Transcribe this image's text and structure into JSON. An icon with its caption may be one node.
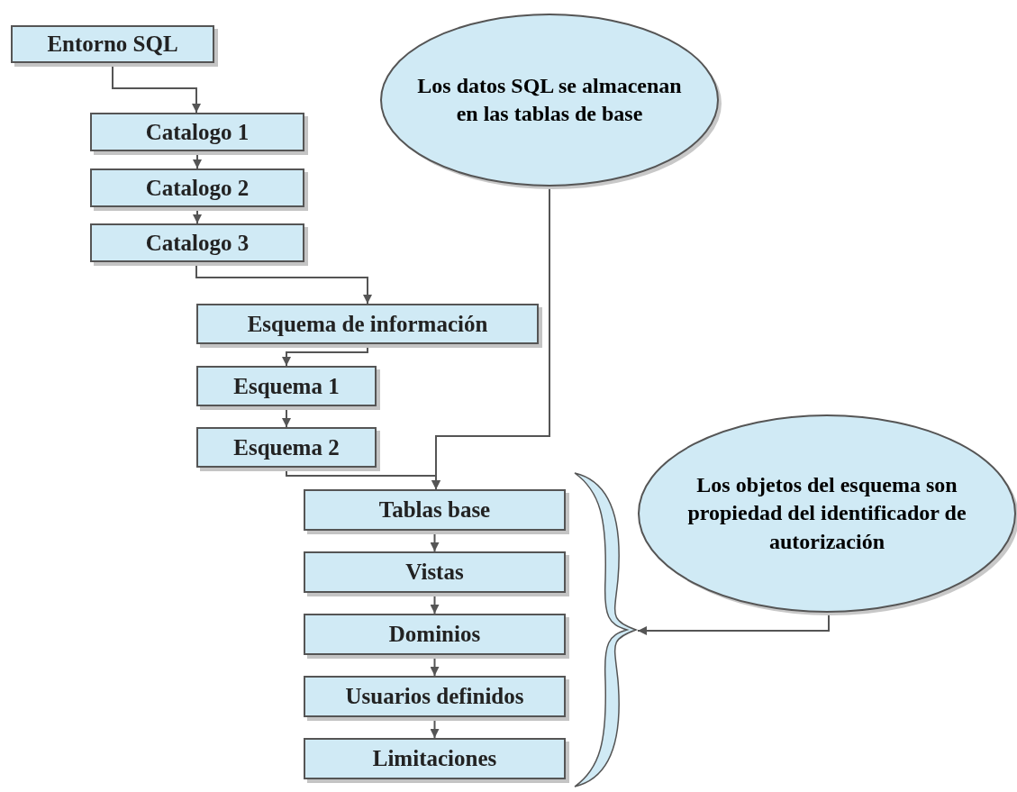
{
  "diagram": {
    "nodes": [
      {
        "text": [
          "Entorno SQL"
        ]
      },
      {
        "text": [
          "Catalogo 1"
        ]
      },
      {
        "text": [
          "Catalogo 2"
        ]
      },
      {
        "text": [
          "Catalogo 3"
        ]
      },
      {
        "text": [
          "Los datos SQL se almacenan en las tablas de base"
        ]
      },
      {
        "text": [
          "Esquema de información"
        ]
      },
      {
        "text": [
          "Esquema 1"
        ]
      },
      {
        "text": [
          "Esquema 2"
        ]
      },
      {
        "text": [
          "Tablas base"
        ]
      },
      {
        "text": [
          "Vistas"
        ]
      },
      {
        "text": [
          "Dominios"
        ]
      },
      {
        "text": [
          "Usuarios definidos"
        ]
      },
      {
        "text": [
          "Limitaciones"
        ]
      },
      {
        "text": [
          "Los objetos del esquema son propiedad del identificador de autorización"
        ]
      },
      {
        "text": [],
        "shape": "brace"
      }
    ],
    "edges": [
      {
        "from": 0,
        "to": 1,
        "arrow": "to"
      },
      {
        "from": 1,
        "to": 2,
        "arrow": "to"
      },
      {
        "from": 2,
        "to": 3,
        "arrow": "to"
      },
      {
        "from": 3,
        "to": 5,
        "arrow": "to"
      },
      {
        "from": 5,
        "to": 6,
        "arrow": "to"
      },
      {
        "from": 6,
        "to": 7,
        "arrow": "to"
      },
      {
        "from": 7,
        "to": 8,
        "arrow": "to"
      },
      {
        "from": 4,
        "to": 8,
        "arrow": "to"
      },
      {
        "from": 8,
        "to": 9,
        "arrow": "to"
      },
      {
        "from": 9,
        "to": 10,
        "arrow": "to"
      },
      {
        "from": 10,
        "to": 11,
        "arrow": "to"
      },
      {
        "from": 11,
        "to": 12,
        "arrow": "to"
      },
      {
        "from": 13,
        "to": 14,
        "arrow": "to"
      }
    ]
  }
}
